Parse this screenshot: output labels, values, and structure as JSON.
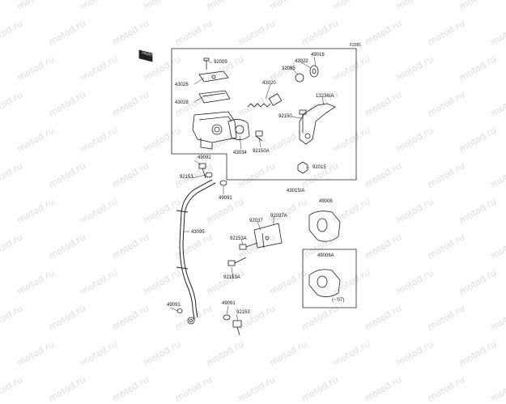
{
  "diagram": {
    "figure_code": "F2281",
    "front_tag": "FRONT",
    "watermark": "motod.ru",
    "footnote": "(~'07)",
    "parts": {
      "p92009": "92009",
      "p43026": "43026",
      "p43028": "43028",
      "p43020": "43020",
      "p32085": "32085",
      "p43022": "43022",
      "p49016": "49016",
      "p13236A": "13236/A",
      "p92150": "92150",
      "p43034": "43034",
      "p92150A": "92150A",
      "p92015": "92015",
      "p49091a": "49091",
      "p92153a": "92153",
      "p49091b": "49091",
      "p43015A": "43015/A",
      "p49006": "49006",
      "p43095": "43095",
      "p92037": "92037",
      "p92037A": "92037A",
      "p92153A1": "92153A",
      "p92153A2": "92153A",
      "p49006A": "49006A",
      "p49091c": "49091",
      "p49091d": "49091",
      "p92153b": "92153"
    }
  }
}
